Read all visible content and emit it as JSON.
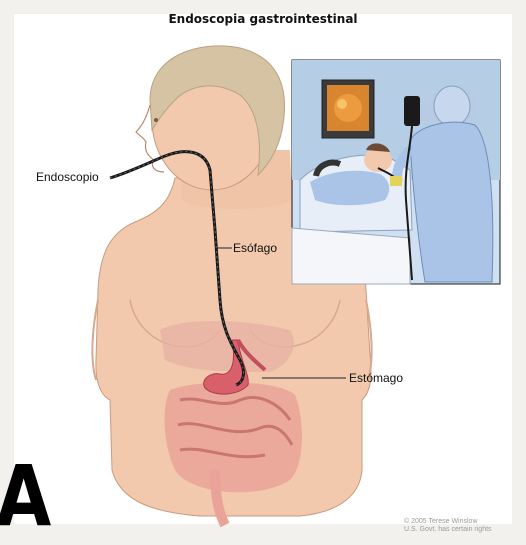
{
  "figure": {
    "title": "Endoscopia gastrointestinal",
    "labels": {
      "endoscope": "Endoscopio",
      "esophagus": "Esófago",
      "stomach": "Estómago"
    },
    "panel_letter": "A",
    "credit_line1": "© 2005 Terese Winslow",
    "credit_line2": "U.S. Govt. has certain rights"
  },
  "colors": {
    "background": "#f3f1ee",
    "skin": "#f2c9ad",
    "hair": "#d6c3a4",
    "stomach": "#d9606b",
    "intestine": "#eaa399",
    "inset_bg": "#cfe0f2",
    "gown": "#a9c4e6"
  }
}
